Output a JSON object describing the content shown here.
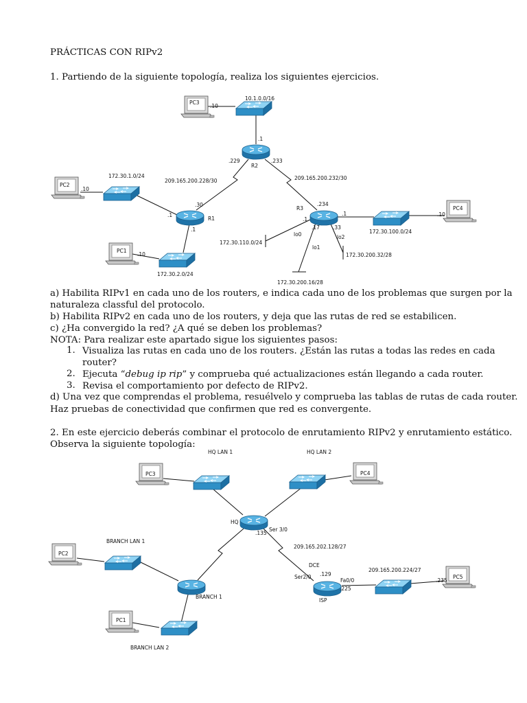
{
  "document": {
    "title": "PRÁCTICAS CON RIPv2",
    "ex1_intro": "1. Partiendo de la siguiente topología, realiza los siguientes ejercicios.",
    "ex1_a_line1": "a) Habilita RIPv1 en cada uno de los routers, e indica cada uno de los problemas que surgen por la",
    "ex1_a_line2": "naturaleza classful del protocolo.",
    "ex1_b": "b) Habilita RIPv2 en cada uno de los routers, y deja que las rutas de red se estabilicen.",
    "ex1_c": "c) ¿Ha convergido la red? ¿A qué se deben los problemas?",
    "ex1_nota": "NOTA: Para realizar este apartado sigue los siguientes pasos:",
    "steps": {
      "s1_num": "1.",
      "s1_line1": "Visualiza las rutas en cada uno de los routers. ¿Están las rutas a todas las redes en cada",
      "s1_line2": "router?",
      "s2_num": "2.",
      "s2_pre": "Ejecuta “",
      "s2_cmd": "debug ip rip",
      "s2_post": "” y comprueba qué actualizaciones están llegando a cada router.",
      "s3_num": "3.",
      "s3_text": "Revisa el comportamiento por defecto de RIPv2."
    },
    "ex1_d_line1": "d) Una vez que comprendas el problema, resuélvelo y comprueba las tablas de rutas de cada router.",
    "ex1_d_line2": "Haz pruebas de conectividad que confirmen que red es convergente.",
    "ex2_line1": "2. En este ejercicio deberás combinar el protocolo de enrutamiento RIPv2 y enrutamiento estático.",
    "ex2_line2": "Observa la siguiente topología:"
  },
  "topology1": {
    "pc3": "PC3",
    "pc3_ip": ".10",
    "net_10": "10.1.0.0/16",
    "r2_lan": ".1",
    "r2": "R2",
    "r2_229": ".229",
    "r2_233": ".233",
    "net_228": "209.165.200.228/30",
    "net_232": "209.165.200.232/30",
    "pc2": "PC2",
    "pc2_ip": ".10",
    "net_1": "172.30.1.0/24",
    "r1": "R1",
    "r1_30": ".30",
    "r1_lan1": ".1",
    "r1_lan2": ".1",
    "pc1": "PC1",
    "pc1_ip": ".10",
    "net_2": "172.30.2.0/24",
    "r3": "R3",
    "r3_234": ".234",
    "r3_lan": ".1",
    "r3_lo0_ip": ".1",
    "r3_17": ".17",
    "r3_33": ".33",
    "lo0": "lo0",
    "lo1": "lo1",
    "lo2": "lo2",
    "net_110": "172.30.110.0/24",
    "net_16": "172.30.200.16/28",
    "net_32": "172.30.200.32/28",
    "net_100": "172.30.100.0/24",
    "pc4": "PC4",
    "pc4_ip": ".10"
  },
  "topology2": {
    "hq_lan1": "HQ LAN 1",
    "hq_lan2": "HQ LAN 2",
    "pc3": "PC3",
    "pc4": "PC4",
    "hq": "HQ",
    "ser30": "Ser 3/0",
    "hq_135": ".135",
    "net_128": "209.165.202.128/27",
    "dce": "DCE",
    "ser20": "Ser2/0",
    "isp_129": ".129",
    "fa00": "Fa0/0",
    "isp_225": ".225",
    "isp": "ISP",
    "net_224": "209.165.200.224/27",
    "pc5_ip": ".235",
    "pc5": "PC5",
    "branch_lan1": "BRANCH LAN 1",
    "pc2": "PC2",
    "branch1": "BRANCH 1",
    "pc1": "PC1",
    "branch_lan2": "BRANCH LAN 2"
  },
  "colors": {
    "device_blue": "#2e8fc6",
    "device_dark": "#1a5f8c",
    "text": "#111111"
  }
}
